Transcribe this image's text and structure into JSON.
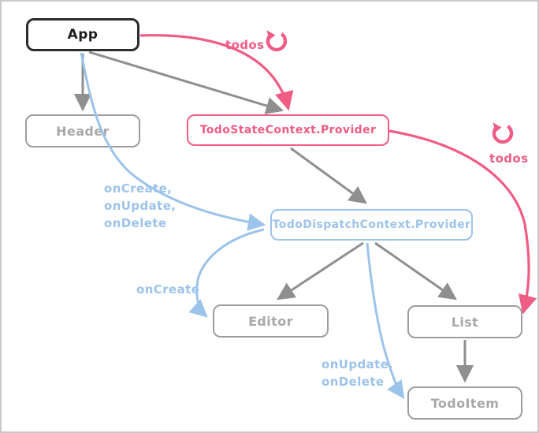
{
  "canvas": {
    "background": "#ffffff",
    "border_color": "#c9c9c9"
  },
  "colors": {
    "accent_pink": "#ef5c84",
    "accent_blue": "#9cc3ea",
    "node_gray": "#9e9e9e",
    "arrow_gray": "#8f8f8f",
    "node_dark": "#2d2d2d"
  },
  "nodes": {
    "app": {
      "label": "App"
    },
    "header": {
      "label": "Header"
    },
    "state_provider": {
      "label": "TodoStateContext.Provider"
    },
    "dispatch_provider": {
      "label": "TodoDispatchContext.Provider"
    },
    "editor": {
      "label": "Editor"
    },
    "list": {
      "label": "List"
    },
    "todo_item": {
      "label": "TodoItem"
    }
  },
  "edge_labels": {
    "todos_top": "todos",
    "todos_right": "todos",
    "app_to_dispatch_line1": "onCreate,",
    "app_to_dispatch_line2": "onUpdate,",
    "app_to_dispatch_line3": "onDelete",
    "oncreate": "onCreate",
    "to_todoitem_line1": "onUpdate,",
    "to_todoitem_line2": "onDelete"
  },
  "icons": {
    "refresh_top": "refresh-icon",
    "refresh_right": "refresh-icon"
  }
}
